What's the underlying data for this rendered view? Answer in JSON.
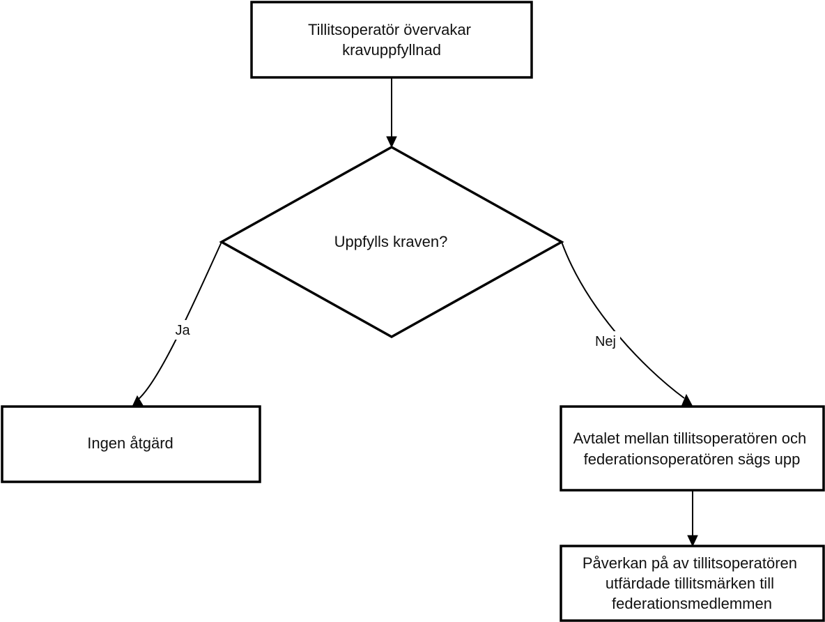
{
  "nodes": {
    "monitor": {
      "lines": [
        "Tillitsoperatör övervakar",
        "kravuppfyllnad"
      ]
    },
    "decision": {
      "lines": [
        "Uppfylls kraven?"
      ]
    },
    "no_action": {
      "lines": [
        "Ingen åtgärd"
      ]
    },
    "terminate": {
      "lines": [
        "Avtalet mellan tillitsoperatören och",
        "federationsoperatören sägs upp"
      ]
    },
    "impact": {
      "lines": [
        "Påverkan på av tillitsoperatören",
        "utfärdade tillitsmärken till",
        "federationsmedlemmen"
      ]
    }
  },
  "edges": {
    "yes_label": "Ja",
    "no_label": "Nej"
  }
}
